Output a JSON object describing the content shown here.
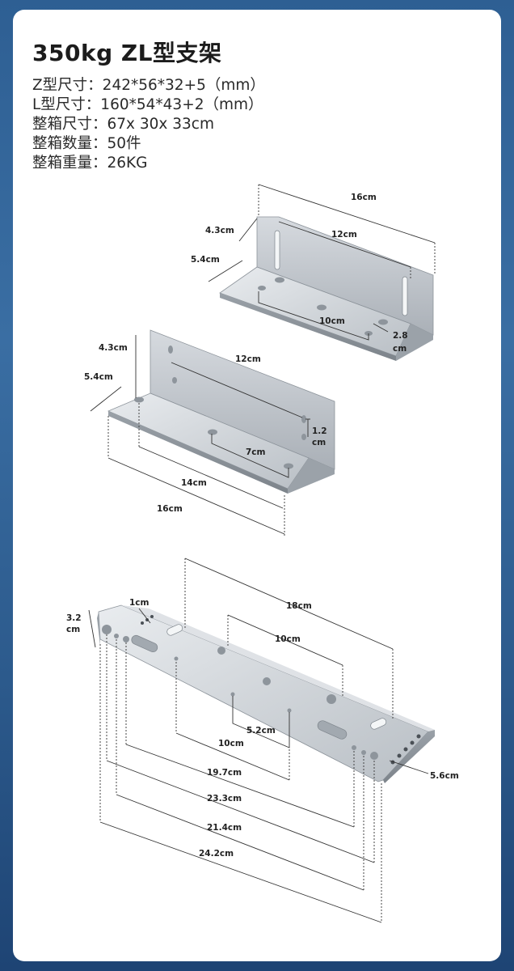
{
  "title": "350kg  ZL型支架",
  "specs": [
    "Z型尺寸：242*56*32+5（mm）",
    "L型尺寸：160*54*43+2（mm）",
    "整箱尺寸：67x 30x 33cm",
    "整箱数量：50件",
    "整箱重量：26KG"
  ],
  "diagram1": {
    "length": "16cm",
    "inner": "12cm",
    "height": "4.3cm",
    "depth": "5.4cm",
    "hole_spacing": "10cm",
    "edge": "2.8",
    "edge_unit": "cm"
  },
  "diagram2": {
    "height": "4.3cm",
    "depth": "5.4cm",
    "inner": "12cm",
    "gap": "1.2",
    "gap_unit": "cm",
    "hole": "7cm",
    "span": "14cm",
    "length": "16cm"
  },
  "diagram3": {
    "slot": "1cm",
    "height": "3.2",
    "height_unit": "cm",
    "total": "18cm",
    "center": "10cm",
    "width": "5.6cm",
    "spacing": "5.2cm",
    "d1": "10cm",
    "d2": "19.7cm",
    "d3": "23.3cm",
    "d4": "21.4cm",
    "d5": "24.2cm"
  },
  "colors": {
    "background": "#2e5f93",
    "card": "#ffffff",
    "metal": "#c9ced3"
  }
}
